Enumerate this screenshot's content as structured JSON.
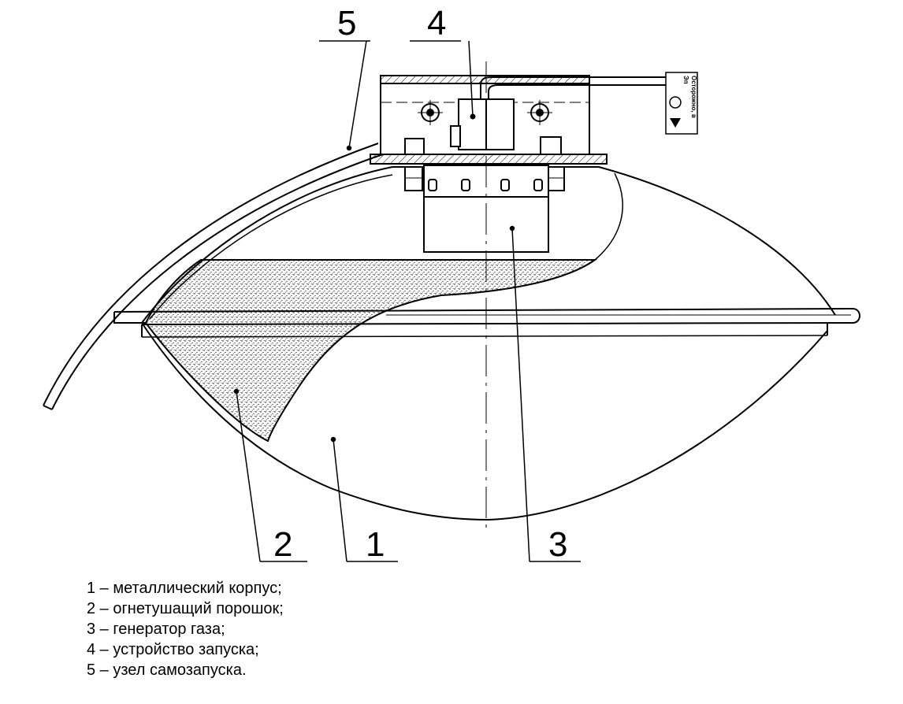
{
  "callouts": {
    "c1": "1",
    "c2": "2",
    "c3": "3",
    "c4": "4",
    "c5": "5"
  },
  "legend": [
    "1 – металлический корпус;",
    "2 – огнетушащий порошок;",
    "3 – генератор газа;",
    "4 – устройство запуска;",
    "5 – узел самозапуска."
  ],
  "warning_label": {
    "line1": "Эп",
    "line2": "Осторожно, в"
  },
  "colors": {
    "line": "#000000",
    "background": "#ffffff",
    "powder_dot": "#000000"
  }
}
